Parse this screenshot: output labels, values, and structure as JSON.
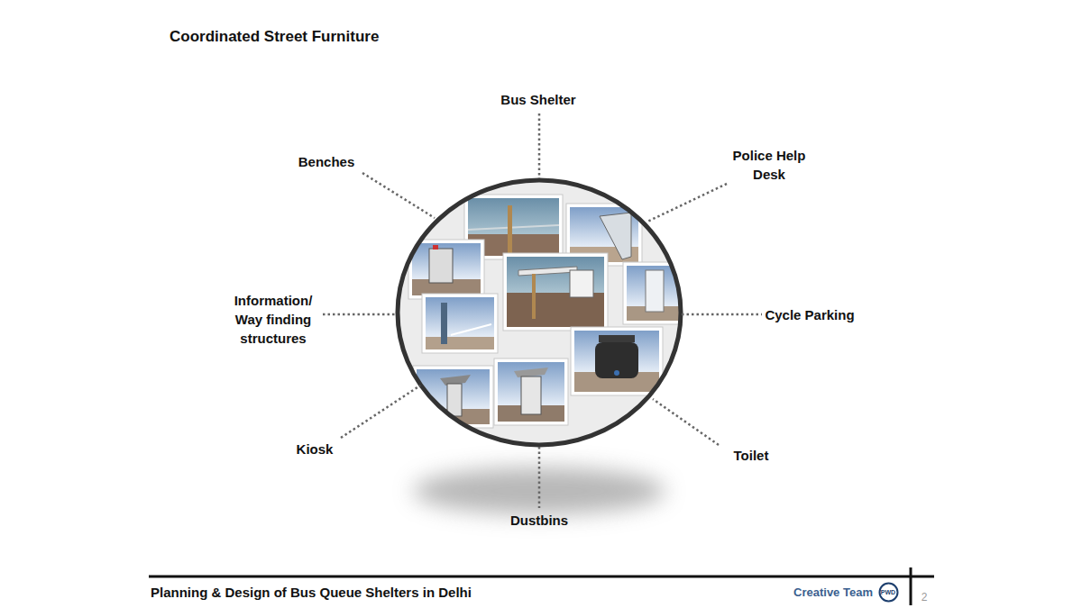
{
  "diagram": {
    "title": "Coordinated Street Furniture",
    "nodes": [
      {
        "text": [
          "PWD"
        ]
      }
    ],
    "edges": [],
    "labels": [
      "Bus Shelter",
      "Benches",
      "Police Help Desk",
      "Information/ Way finding structures",
      "Cycle Parking",
      "Kiosk",
      "Toilet",
      "Dustbins",
      "Planning & Design of Bus Queue Shelters in Delhi",
      "Creative Team",
      "2"
    ]
  }
}
